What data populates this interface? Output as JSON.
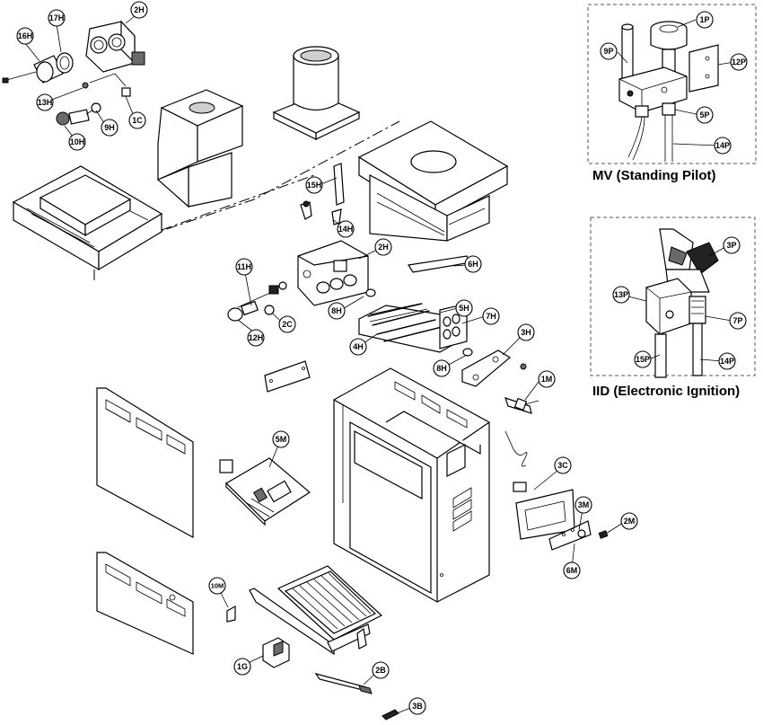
{
  "captions": {
    "mv": "MV (Standing Pilot)",
    "iid": "IID (Electronic Ignition)"
  },
  "labels": {
    "p16H": "16H",
    "p17H": "17H",
    "p2H_top": "2H",
    "p13H": "13H",
    "p1C": "1C",
    "p9H": "9H",
    "p10H": "10H",
    "p15H": "15H",
    "p14H": "14H",
    "p2H_mid": "2H",
    "p11H": "11H",
    "p2C": "2C",
    "p12H": "12H",
    "p6H": "6H",
    "p8H_top": "8H",
    "p5H": "5H",
    "p7H": "7H",
    "p4H": "4H",
    "p3H": "3H",
    "p8H_bot": "8H",
    "p1M": "1M",
    "p5M": "5M",
    "p3C": "3C",
    "p3M": "3M",
    "p2M": "2M",
    "p6M": "6M",
    "p10M": "10M",
    "p1G": "1G",
    "p2B": "2B",
    "p3B": "3B",
    "p1P": "1P",
    "p9P": "9P",
    "p12P": "12P",
    "p5P": "5P",
    "p14P_mv": "14P",
    "p3P": "3P",
    "p13P": "13P",
    "p7P": "7P",
    "p15P": "15P",
    "p14P_iid": "14P"
  }
}
